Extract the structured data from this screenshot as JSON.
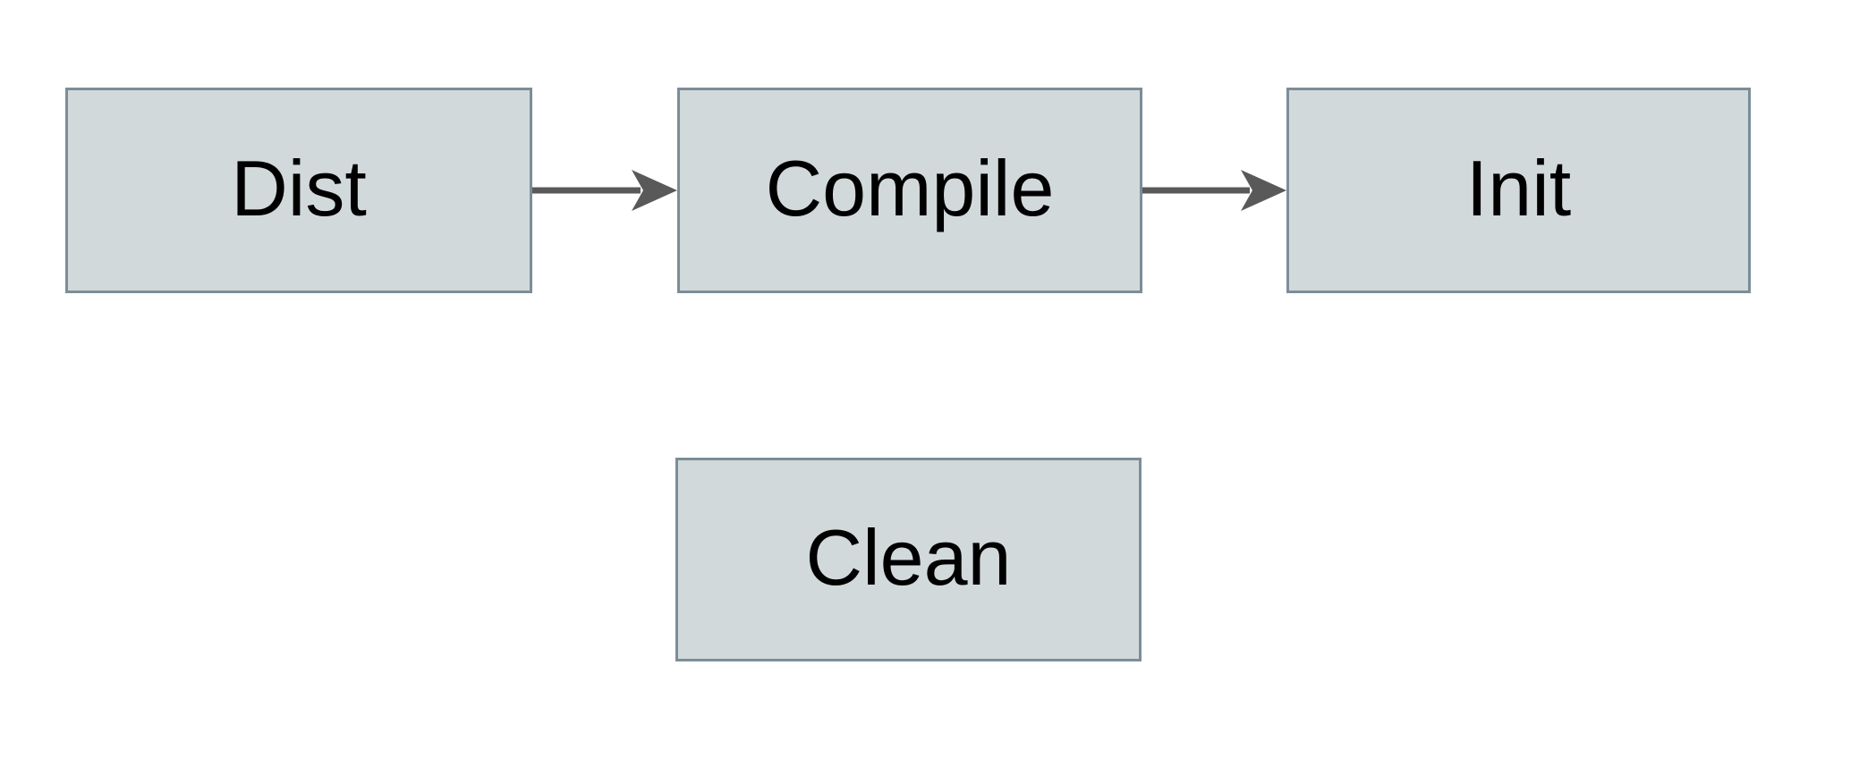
{
  "diagram": {
    "nodes": [
      {
        "id": "dist",
        "label": "Dist"
      },
      {
        "id": "compile",
        "label": "Compile"
      },
      {
        "id": "init",
        "label": "Init"
      },
      {
        "id": "clean",
        "label": "Clean"
      }
    ],
    "edges": [
      {
        "from": "dist",
        "to": "compile",
        "direction": "right"
      },
      {
        "from": "compile",
        "to": "init",
        "direction": "right"
      }
    ],
    "colors": {
      "background": "#ffffff",
      "node_fill": "#d2d9db",
      "node_border": "#7b8d98",
      "arrow": "#595959",
      "label_text": "#000000"
    }
  }
}
